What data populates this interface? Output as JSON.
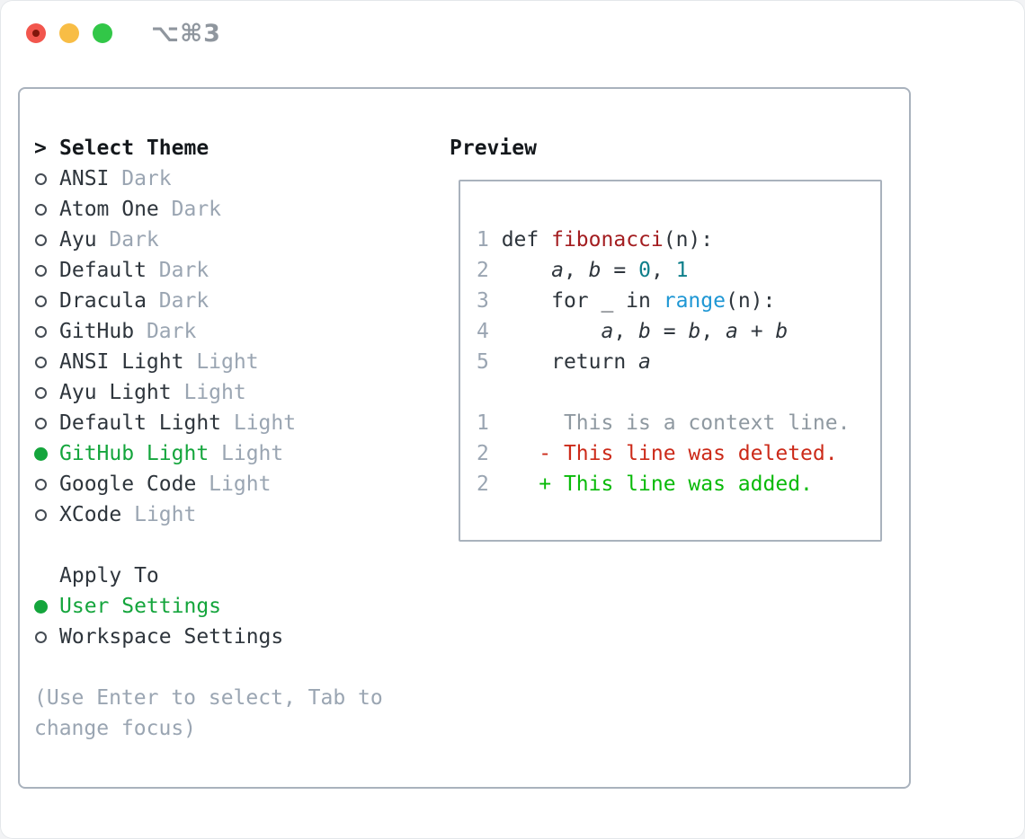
{
  "window": {
    "shortcut_label": "⌥⌘3",
    "traffic_lights": [
      "close",
      "minimize",
      "zoom"
    ]
  },
  "colors": {
    "selected_green": "#14a53c",
    "added_green": "#09ba09",
    "deleted_red": "#cc2a19",
    "function_red": "#a31d20",
    "literal_teal": "#0e7f8b",
    "call_blue": "#1f97d4",
    "muted_gray": "#9aa5b2",
    "context_gray": "#8f99a1",
    "text_dark": "#2e353c",
    "panel_border": "#a9b2bd",
    "traffic_red": "#f2564d",
    "traffic_yellow": "#f8bd45",
    "traffic_green": "#32c748"
  },
  "theme_selector": {
    "title_marker": ">",
    "title": "Select Theme",
    "themes": [
      {
        "name": "ANSI",
        "variant": "Dark",
        "selected": false
      },
      {
        "name": "Atom One",
        "variant": "Dark",
        "selected": false
      },
      {
        "name": "Ayu",
        "variant": "Dark",
        "selected": false
      },
      {
        "name": "Default",
        "variant": "Dark",
        "selected": false
      },
      {
        "name": "Dracula",
        "variant": "Dark",
        "selected": false
      },
      {
        "name": "GitHub",
        "variant": "Dark",
        "selected": false
      },
      {
        "name": "ANSI Light",
        "variant": "Light",
        "selected": false
      },
      {
        "name": "Ayu Light",
        "variant": "Light",
        "selected": false
      },
      {
        "name": "Default Light",
        "variant": "Light",
        "selected": false
      },
      {
        "name": "GitHub Light",
        "variant": "Light",
        "selected": true
      },
      {
        "name": "Google Code",
        "variant": "Light",
        "selected": false
      },
      {
        "name": "XCode",
        "variant": "Light",
        "selected": false
      }
    ],
    "apply_to": {
      "title": "Apply To",
      "options": [
        {
          "name": "User Settings",
          "selected": true
        },
        {
          "name": "Workspace Settings",
          "selected": false
        }
      ]
    },
    "hint": "(Use Enter to select, Tab to change focus)"
  },
  "preview": {
    "title": "Preview",
    "python_lines": [
      {
        "num": "1",
        "tokens": [
          {
            "t": " def ",
            "c": "plain"
          },
          {
            "t": "fibonacci",
            "c": "func"
          },
          {
            "t": "(n):",
            "c": "plain"
          }
        ]
      },
      {
        "num": "2",
        "tokens": [
          {
            "t": "     ",
            "c": "plain"
          },
          {
            "t": "a",
            "c": "var"
          },
          {
            "t": ", ",
            "c": "plain"
          },
          {
            "t": "b",
            "c": "var"
          },
          {
            "t": " = ",
            "c": "plain"
          },
          {
            "t": "0",
            "c": "lit"
          },
          {
            "t": ", ",
            "c": "plain"
          },
          {
            "t": "1",
            "c": "lit"
          }
        ]
      },
      {
        "num": "3",
        "tokens": [
          {
            "t": "     for _ in ",
            "c": "plain"
          },
          {
            "t": "range",
            "c": "call"
          },
          {
            "t": "(n):",
            "c": "plain"
          }
        ]
      },
      {
        "num": "4",
        "tokens": [
          {
            "t": "         ",
            "c": "plain"
          },
          {
            "t": "a",
            "c": "var"
          },
          {
            "t": ", ",
            "c": "plain"
          },
          {
            "t": "b",
            "c": "var"
          },
          {
            "t": " = ",
            "c": "plain"
          },
          {
            "t": "b",
            "c": "var"
          },
          {
            "t": ", ",
            "c": "plain"
          },
          {
            "t": "a",
            "c": "var"
          },
          {
            "t": " + ",
            "c": "plain"
          },
          {
            "t": "b",
            "c": "var"
          }
        ]
      },
      {
        "num": "5",
        "tokens": [
          {
            "t": "     return ",
            "c": "plain"
          },
          {
            "t": "a",
            "c": "var"
          }
        ]
      }
    ],
    "diff_lines": [
      {
        "num": "1",
        "tokens": [
          {
            "t": "      This is a context line.",
            "c": "ctx"
          }
        ]
      },
      {
        "num": "2",
        "tokens": [
          {
            "t": "    - This line was deleted.",
            "c": "del"
          }
        ]
      },
      {
        "num": "2",
        "tokens": [
          {
            "t": "    + This line was added.",
            "c": "add"
          }
        ]
      }
    ]
  }
}
